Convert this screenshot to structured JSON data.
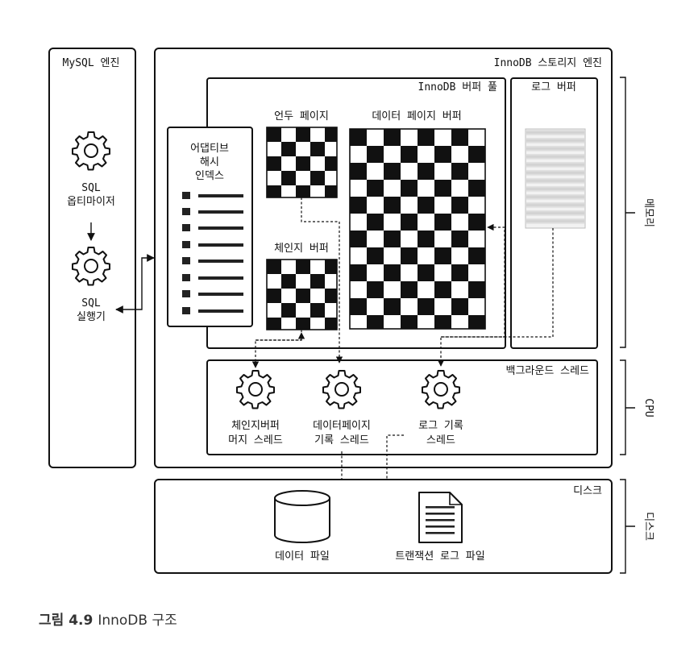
{
  "mysql_engine": {
    "title": "MySQL 엔진",
    "optimizer": [
      "SQL",
      "옵티마이저"
    ],
    "executor": [
      "SQL",
      "실행기"
    ]
  },
  "innodb": {
    "title": "InnoDB 스토리지 엔진",
    "buffer_pool": {
      "title": "InnoDB 버퍼 풀",
      "adaptive_hash_index": [
        "어댑티브",
        "해시",
        "인덱스"
      ],
      "undo_page": "언두 페이지",
      "change_buffer": "체인지 버퍼",
      "data_page_buffer": "데이터 페이지 버퍼"
    },
    "log_buffer": "로그 버퍼",
    "background_threads": {
      "title": "백그라운드 스레드",
      "threads": [
        [
          "체인지버퍼",
          "머지 스레드"
        ],
        [
          "데이터페이지",
          "기록 스레드"
        ],
        [
          "로그 기록",
          "스레드"
        ]
      ]
    }
  },
  "disk": {
    "title": "디스크",
    "data_file": "데이터 파일",
    "transaction_log_file": "트랜잭션 로그 파일"
  },
  "side_labels": {
    "memory": "메모리",
    "cpu": "CPU",
    "disk": "디스크"
  },
  "caption": {
    "label": "그림 4.9",
    "text": "InnoDB 구조"
  }
}
